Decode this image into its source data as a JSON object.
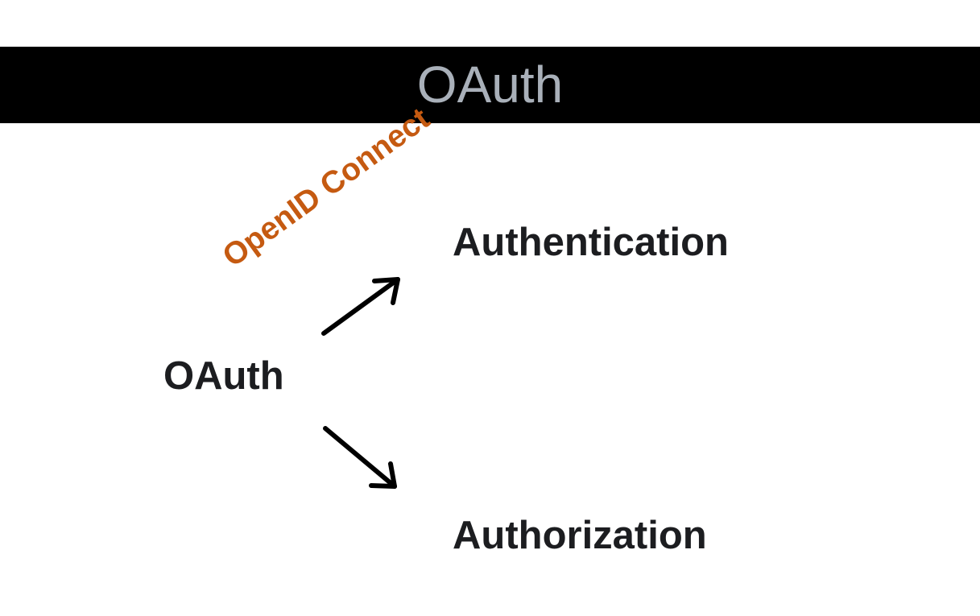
{
  "header": {
    "title": "OAuth",
    "title_color": "#a9b0b9",
    "background": "#000000"
  },
  "diagram": {
    "source_node": "OAuth",
    "targets": [
      "Authentication",
      "Authorization"
    ],
    "edge_label": "OpenID Connect",
    "edge_label_color": "#c55a11",
    "node_color": "#1c1d20",
    "arrow_color": "#000000"
  }
}
